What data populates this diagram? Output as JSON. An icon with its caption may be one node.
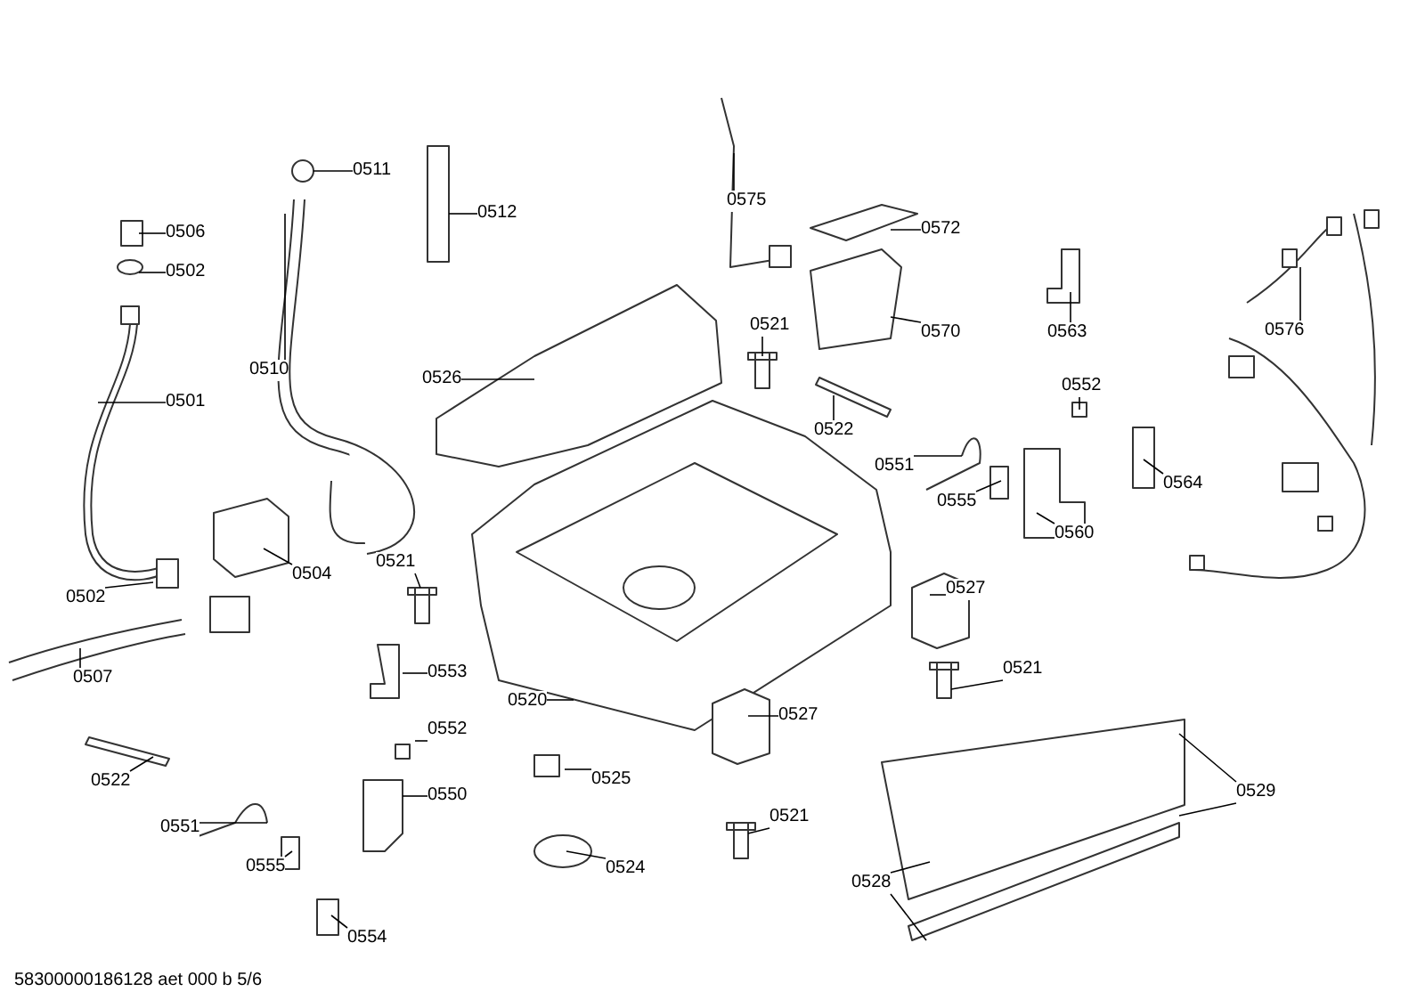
{
  "diagram": {
    "nodes": [
      {
        "text": [
          "0506"
        ]
      },
      {
        "text": [
          "0502"
        ]
      },
      {
        "text": [
          "0501"
        ]
      },
      {
        "text": [
          "0502"
        ]
      },
      {
        "text": [
          "0504"
        ]
      },
      {
        "text": [
          "0507"
        ]
      },
      {
        "text": [
          "0511"
        ]
      },
      {
        "text": [
          "0510"
        ]
      },
      {
        "text": [
          "0512"
        ]
      },
      {
        "text": [
          "0526"
        ]
      },
      {
        "text": [
          "0575"
        ]
      },
      {
        "text": [
          "0572"
        ]
      },
      {
        "text": [
          "0570"
        ]
      },
      {
        "text": [
          "0521"
        ]
      },
      {
        "text": [
          "0522"
        ]
      },
      {
        "text": [
          "0551"
        ]
      },
      {
        "text": [
          "0563"
        ]
      },
      {
        "text": [
          "0552"
        ]
      },
      {
        "text": [
          "0555"
        ]
      },
      {
        "text": [
          "0564"
        ]
      },
      {
        "text": [
          "0560"
        ]
      },
      {
        "text": [
          "0576"
        ]
      },
      {
        "text": [
          "0521"
        ]
      },
      {
        "text": [
          "0527"
        ]
      },
      {
        "text": [
          "0553"
        ]
      },
      {
        "text": [
          "0520"
        ]
      },
      {
        "text": [
          "0521"
        ]
      },
      {
        "text": [
          "0527"
        ]
      },
      {
        "text": [
          "0529"
        ]
      },
      {
        "text": [
          "0522"
        ]
      },
      {
        "text": [
          "0552"
        ]
      },
      {
        "text": [
          "0550"
        ]
      },
      {
        "text": [
          "0525"
        ]
      },
      {
        "text": [
          "0521"
        ]
      },
      {
        "text": [
          "0551"
        ]
      },
      {
        "text": [
          "0555"
        ]
      },
      {
        "text": [
          "0524"
        ]
      },
      {
        "text": [
          "0528"
        ]
      },
      {
        "text": [
          "0554"
        ]
      }
    ],
    "edges": [
      {
        "from": 0,
        "to": null,
        "arrow": "none"
      },
      {
        "from": 1,
        "to": null,
        "arrow": "none"
      },
      {
        "from": 2,
        "to": null,
        "arrow": "none"
      },
      {
        "from": 3,
        "to": null,
        "arrow": "none"
      },
      {
        "from": 4,
        "to": null,
        "arrow": "none"
      },
      {
        "from": 5,
        "to": null,
        "arrow": "none"
      },
      {
        "from": 6,
        "to": null,
        "arrow": "none"
      },
      {
        "from": 7,
        "to": null,
        "arrow": "none"
      },
      {
        "from": 8,
        "to": null,
        "arrow": "none"
      },
      {
        "from": 9,
        "to": null,
        "arrow": "none"
      },
      {
        "from": 10,
        "to": null,
        "arrow": "none"
      },
      {
        "from": 11,
        "to": null,
        "arrow": "none"
      },
      {
        "from": 12,
        "to": null,
        "arrow": "none"
      },
      {
        "from": 13,
        "to": null,
        "arrow": "none"
      },
      {
        "from": 14,
        "to": null,
        "arrow": "none"
      },
      {
        "from": 15,
        "to": null,
        "arrow": "none"
      },
      {
        "from": 16,
        "to": null,
        "arrow": "none"
      },
      {
        "from": 17,
        "to": null,
        "arrow": "none"
      },
      {
        "from": 18,
        "to": null,
        "arrow": "none"
      },
      {
        "from": 19,
        "to": null,
        "arrow": "none"
      },
      {
        "from": 20,
        "to": null,
        "arrow": "none"
      },
      {
        "from": 21,
        "to": null,
        "arrow": "none"
      },
      {
        "from": 22,
        "to": null,
        "arrow": "none"
      },
      {
        "from": 23,
        "to": null,
        "arrow": "none"
      },
      {
        "from": 24,
        "to": null,
        "arrow": "none"
      },
      {
        "from": 25,
        "to": null,
        "arrow": "none"
      },
      {
        "from": 26,
        "to": null,
        "arrow": "none"
      },
      {
        "from": 27,
        "to": null,
        "arrow": "none"
      },
      {
        "from": 28,
        "to": null,
        "arrow": "none"
      },
      {
        "from": 28,
        "to": null,
        "arrow": "none"
      },
      {
        "from": 29,
        "to": null,
        "arrow": "none"
      },
      {
        "from": 30,
        "to": null,
        "arrow": "none"
      },
      {
        "from": 31,
        "to": null,
        "arrow": "none"
      },
      {
        "from": 32,
        "to": null,
        "arrow": "none"
      },
      {
        "from": 33,
        "to": null,
        "arrow": "none"
      },
      {
        "from": 34,
        "to": null,
        "arrow": "none"
      },
      {
        "from": 35,
        "to": null,
        "arrow": "none"
      },
      {
        "from": 36,
        "to": null,
        "arrow": "none"
      },
      {
        "from": 37,
        "to": null,
        "arrow": "none"
      },
      {
        "from": 37,
        "to": null,
        "arrow": "none"
      },
      {
        "from": 38,
        "to": null,
        "arrow": "none"
      }
    ],
    "labels": [
      "58300000186128 aet 000 b 5/6"
    ]
  }
}
